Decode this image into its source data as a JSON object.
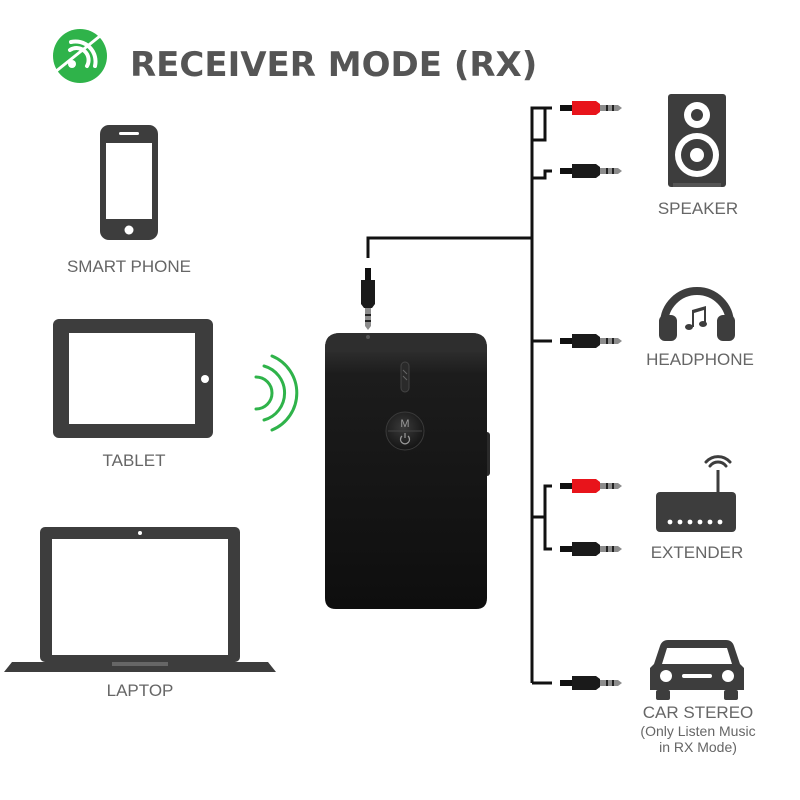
{
  "header": {
    "title": "RECEIVER MODE (RX)",
    "icon": "wireless-signal-icon"
  },
  "sources": [
    {
      "label": "SMART PHONE",
      "icon": "smartphone-icon"
    },
    {
      "label": "TABLET",
      "icon": "tablet-icon"
    },
    {
      "label": "LAPTOP",
      "icon": "laptop-icon"
    }
  ],
  "device": {
    "button_label": "M",
    "power_symbol": "⏻",
    "icon": "bluetooth-receiver-device"
  },
  "outputs": [
    {
      "label": "SPEAKER",
      "icon": "speaker-icon"
    },
    {
      "label": "HEADPHONE",
      "icon": "headphone-icon"
    },
    {
      "label": "EXTENDER",
      "icon": "router-icon"
    },
    {
      "label": "CAR STEREO",
      "note_line1": "(Only Listen Music",
      "note_line2": "in RX Mode)",
      "icon": "car-icon"
    }
  ],
  "colors": {
    "accent_green": "#2fb34a",
    "text_gray": "#555555",
    "icon_gray": "#444444",
    "plug_red": "#e8141b",
    "cable_black": "#111111"
  }
}
